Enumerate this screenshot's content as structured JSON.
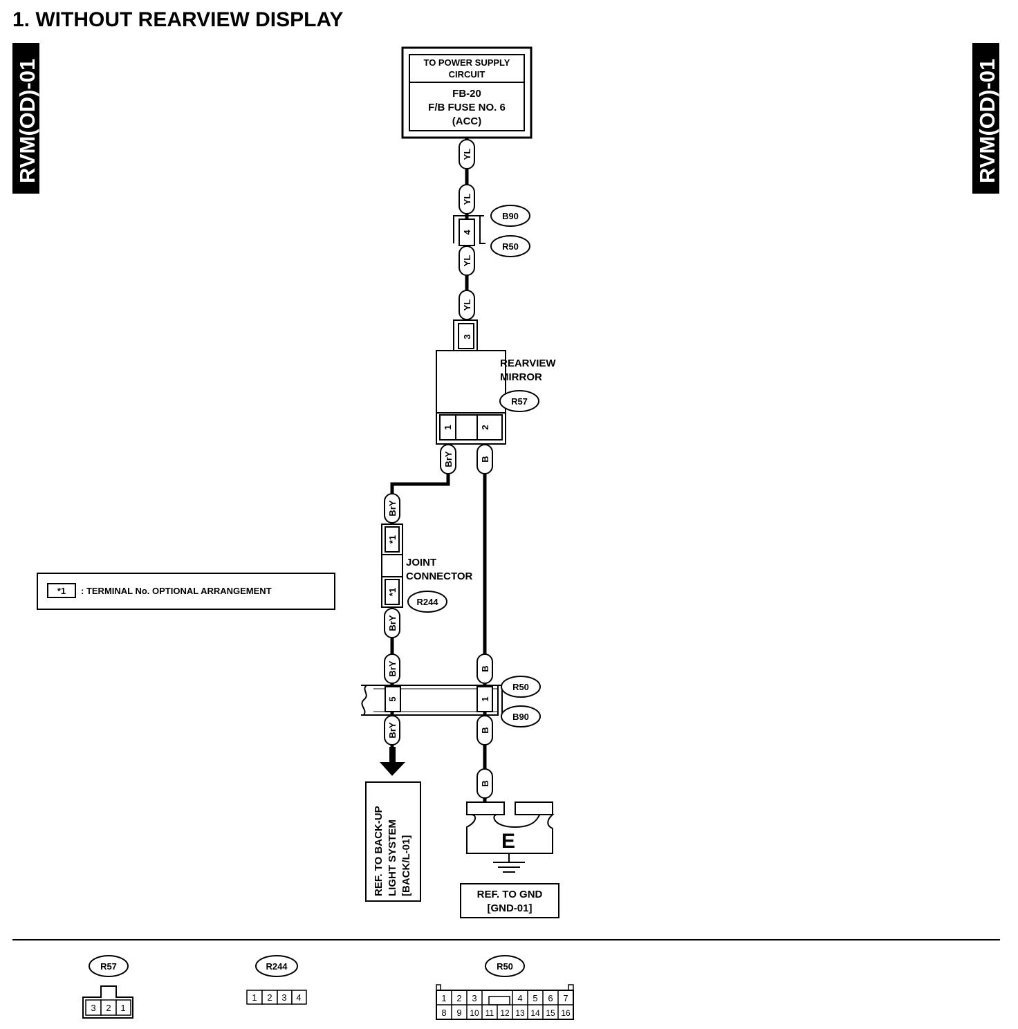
{
  "title": "1.  WITHOUT REARVIEW DISPLAY",
  "side_tab": "RVM(OD)-01",
  "power_supply": {
    "header": [
      "TO POWER SUPPLY",
      "CIRCUIT"
    ],
    "body": [
      "FB-20",
      "F/B FUSE NO. 6",
      "(ACC)"
    ]
  },
  "wire_colors": {
    "yl": "YL",
    "bry": "BrY",
    "b": "B"
  },
  "connectors": {
    "b90": "B90",
    "r50": "R50",
    "r57": "R57",
    "r244": "R244"
  },
  "pins": {
    "b90_r50_upper": "4",
    "mirror_in": "3",
    "mirror_out_left": "1",
    "mirror_out_right": "2",
    "joint": "*1",
    "lower_left": "5",
    "lower_right": "1"
  },
  "rearview_mirror": [
    "REARVIEW",
    "MIRROR"
  ],
  "joint_connector": [
    "JOINT",
    "CONNECTOR"
  ],
  "legend": {
    "key": "*1",
    "text": ": TERMINAL No. OPTIONAL ARRANGEMENT"
  },
  "ground_symbol": "E",
  "ref_backup": [
    "REF. TO BACK-UP",
    "LIGHT SYSTEM",
    "[BACK/L-01]"
  ],
  "ref_gnd": [
    "REF. TO GND",
    "[GND-01]"
  ],
  "connector_views": {
    "r57": {
      "label": "R57",
      "pins": [
        "3",
        "2",
        "1"
      ]
    },
    "r244": {
      "label": "R244",
      "pins": [
        "1",
        "2",
        "3",
        "4"
      ]
    },
    "r50": {
      "label": "R50",
      "top_row": [
        "1",
        "2",
        "3",
        "4",
        "5",
        "6",
        "7"
      ],
      "bottom_row": [
        "8",
        "9",
        "10",
        "11",
        "12",
        "13",
        "14",
        "15",
        "16"
      ]
    }
  }
}
